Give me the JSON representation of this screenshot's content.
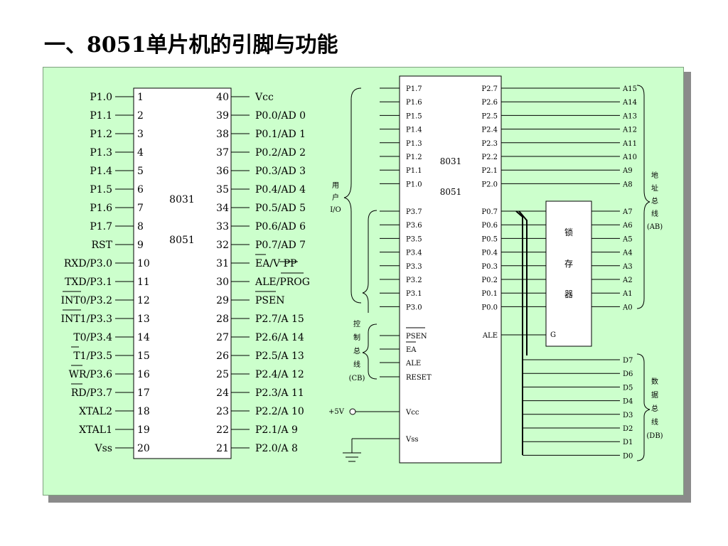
{
  "title": "一、8051单片机的引脚与功能",
  "pinout": {
    "chip_names": [
      "8031",
      "8051"
    ],
    "left_labels": [
      "P1.0",
      "P1.1",
      "P1.2",
      "P1.3",
      "P1.4",
      "P1.5",
      "P1.6",
      "P1.7",
      "RST",
      "RXD/P3.0",
      "TXD/P3.1",
      "INT0/P3.2",
      "INT1/P3.3",
      "T0/P3.4",
      "T1/P3.5",
      "WR/P3.6",
      "RD/P3.7",
      "XTAL2",
      "XTAL1",
      "Vss"
    ],
    "left_numbers": [
      "1",
      "2",
      "3",
      "4",
      "5",
      "6",
      "7",
      "8",
      "9",
      "10",
      "11",
      "12",
      "13",
      "14",
      "15",
      "16",
      "17",
      "18",
      "19",
      "20"
    ],
    "right_numbers": [
      "40",
      "39",
      "38",
      "37",
      "36",
      "35",
      "34",
      "33",
      "32",
      "31",
      "30",
      "29",
      "28",
      "27",
      "26",
      "25",
      "24",
      "23",
      "22",
      "21"
    ],
    "right_labels": [
      "Vcc",
      "P0.0/AD 0",
      "P0.1/AD 1",
      "P0.2/AD 2",
      "P0.3/AD 3",
      "P0.4/AD 4",
      "P0.5/AD 5",
      "P0.6/AD 6",
      "P0.7/AD 7",
      "EA/V PP",
      "ALE/PROG",
      "PSEN",
      "P2.7/A 15",
      "P2.6/A 14",
      "P2.5/A 13",
      "P2.4/A 12",
      "P2.3/A 11",
      "P2.2/A 10",
      "P2.1/A 9",
      "P2.0/A 8"
    ]
  },
  "block": {
    "chip_names": [
      "8031",
      "8051"
    ],
    "p1_labels": [
      "P1.7",
      "P1.6",
      "P1.5",
      "P1.4",
      "P1.3",
      "P1.2",
      "P1.1",
      "P1.0"
    ],
    "p3_labels": [
      "P3.7",
      "P3.6",
      "P3.5",
      "P3.4",
      "P3.3",
      "P3.2",
      "P3.1",
      "P3.0"
    ],
    "ctrl_labels": [
      "PSEN",
      "EA",
      "ALE",
      "RESET"
    ],
    "power_labels": [
      "Vcc",
      "Vss"
    ],
    "p2_labels": [
      "P2.7",
      "P2.6",
      "P2.5",
      "P2.4",
      "P2.3",
      "P2.2",
      "P2.1",
      "P2.0"
    ],
    "p0_labels": [
      "P0.7",
      "P0.6",
      "P0.5",
      "P0.4",
      "P0.3",
      "P0.2",
      "P0.1",
      "P0.0"
    ],
    "ale_label": "ALE",
    "latch_label": [
      "锁",
      "存",
      "器"
    ],
    "latch_g": "G",
    "addr_high": [
      "A15",
      "A14",
      "A13",
      "A12",
      "A11",
      "A10",
      "A9",
      "A8"
    ],
    "addr_low": [
      "A7",
      "A6",
      "A5",
      "A4",
      "A3",
      "A2",
      "A1",
      "A0"
    ],
    "data_lines": [
      "D7",
      "D6",
      "D5",
      "D4",
      "D3",
      "D2",
      "D1",
      "D0"
    ],
    "user_io_label": [
      "用",
      "户",
      "I/O"
    ],
    "cb_label": [
      "控",
      "制",
      "总",
      "线",
      "(CB)"
    ],
    "ab_label": [
      "地",
      "址",
      "总",
      "线",
      "(AB)"
    ],
    "db_label": [
      "数",
      "据",
      "总",
      "线",
      "(DB)"
    ],
    "plus5v": "+5V"
  }
}
